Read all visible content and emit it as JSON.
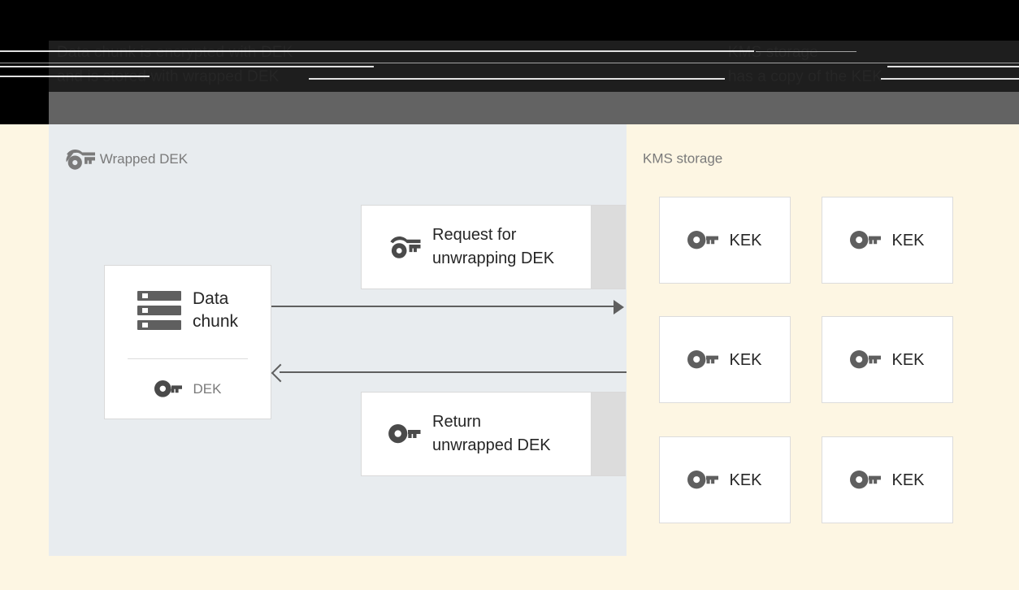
{
  "caption": {
    "left": "Data chunk is encrypted with DEK\nand is stored with wrapped DEK",
    "right": "KMS storage\nhas a copy of the KEK"
  },
  "colors": {
    "left_panel_bg": "#e8ecef",
    "right_panel_bg": "#fdf6e3",
    "card_bg": "#ffffff",
    "card_border": "#d9d9d9",
    "icon_gray": "#5f5f5f",
    "icon_dark": "#4a4a4a",
    "text_dark": "#262626",
    "text_muted": "#7a7a7a",
    "arrow": "#5f5f5f",
    "header_black": "#000000",
    "header_dark": "#1e1e1e",
    "header_gray": "#636363"
  },
  "left_panel": {
    "label": "Wrapped DEK",
    "label_icon": "wrapped-key-icon",
    "data_chunk": {
      "icon": "storage-chunk-icon",
      "title": "Data\nchunk",
      "dek_icon": "key-icon",
      "dek_label": "DEK"
    },
    "messages": [
      {
        "id": "request",
        "icon": "wrapped-key-icon",
        "text": "Request for\nunwrapping DEK"
      },
      {
        "id": "return",
        "icon": "key-icon",
        "text": "Return\nunwrapped DEK"
      }
    ],
    "arrows": [
      {
        "id": "request-arrow",
        "direction": "right"
      },
      {
        "id": "return-arrow",
        "direction": "left"
      }
    ]
  },
  "right_panel": {
    "label": "KMS storage",
    "keys": [
      {
        "icon": "key-icon",
        "label": "KEK"
      },
      {
        "icon": "key-icon",
        "label": "KEK"
      },
      {
        "icon": "key-icon",
        "label": "KEK"
      },
      {
        "icon": "key-icon",
        "label": "KEK"
      },
      {
        "icon": "key-icon",
        "label": "KEK"
      },
      {
        "icon": "key-icon",
        "label": "KEK"
      }
    ]
  }
}
